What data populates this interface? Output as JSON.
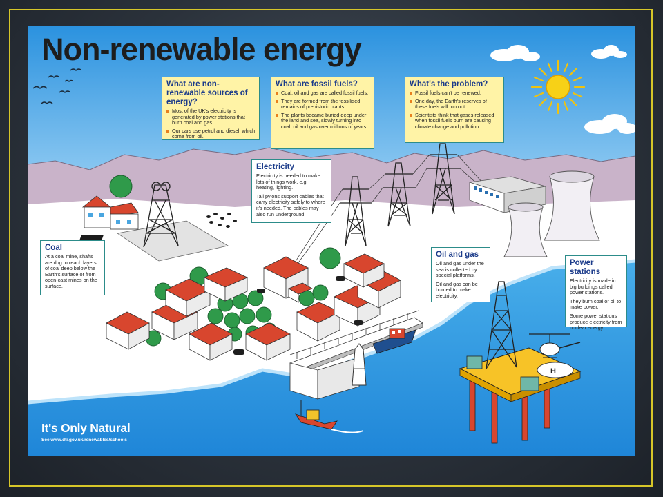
{
  "poster": {
    "title": "Non-renewable energy",
    "brand": "It's Only Natural",
    "url_line": "See www.dti.gov.uk/renewables/schools"
  },
  "boxes": {
    "what_are": {
      "title": "What are non-renewable sources of energy?",
      "items": [
        "Most of the UK's electricity is generated by power stations that burn coal and gas.",
        "Our cars use petrol and diesel, which come from oil."
      ]
    },
    "fossil": {
      "title": "What are fossil fuels?",
      "items": [
        "Coal, oil and gas are called fossil fuels.",
        "They are formed from the fossilised remains of prehistoric plants.",
        "The plants became buried deep under the land and sea, slowly turning into coal, oil and gas over millions of years."
      ]
    },
    "problem": {
      "title": "What's the problem?",
      "items": [
        "Fossil fuels can't be renewed.",
        "One day, the Earth's reserves of these fuels will run out.",
        "Scientists think that gases released when fossil fuels burn are causing climate change and pollution."
      ]
    },
    "electricity": {
      "title": "Electricity",
      "paras": [
        "Electricity is needed to make lots of things work, e.g. heating, lighting.",
        "Tall pylons support cables that carry electricity safely to where it's needed. The cables may also run underground."
      ]
    },
    "coal": {
      "title": "Coal",
      "paras": [
        "At a coal mine, shafts are dug to reach layers of coal deep below the Earth's surface or from open-cast mines on the surface."
      ]
    },
    "oil_gas": {
      "title": "Oil and gas",
      "paras": [
        "Oil and gas under the sea is collected by special platforms.",
        "Oil and gas can be burned to make electricity."
      ]
    },
    "power": {
      "title": "Power stations",
      "paras": [
        "Electricity is made in big buildings called power stations.",
        "They burn coal or oil to make power.",
        "Some power stations produce electricity from nuclear energy."
      ]
    }
  },
  "colors": {
    "sky": "#2f9be3",
    "land": "#ffffff",
    "hills": "#c9b3c9",
    "roof": "#d8462e",
    "tree": "#2f9a4a",
    "sun": "#f7d117",
    "box_yellow": "#fff3a6",
    "box_border": "#2c8c8a",
    "frame": "#d6c629"
  },
  "icons": [
    "sun-icon",
    "bird-icon",
    "pylon-icon",
    "cooling-tower-icon",
    "oil-rig-icon",
    "helicopter-icon",
    "boat-icon",
    "lighthouse-icon",
    "mine-headframe-icon",
    "sheep-icon"
  ]
}
